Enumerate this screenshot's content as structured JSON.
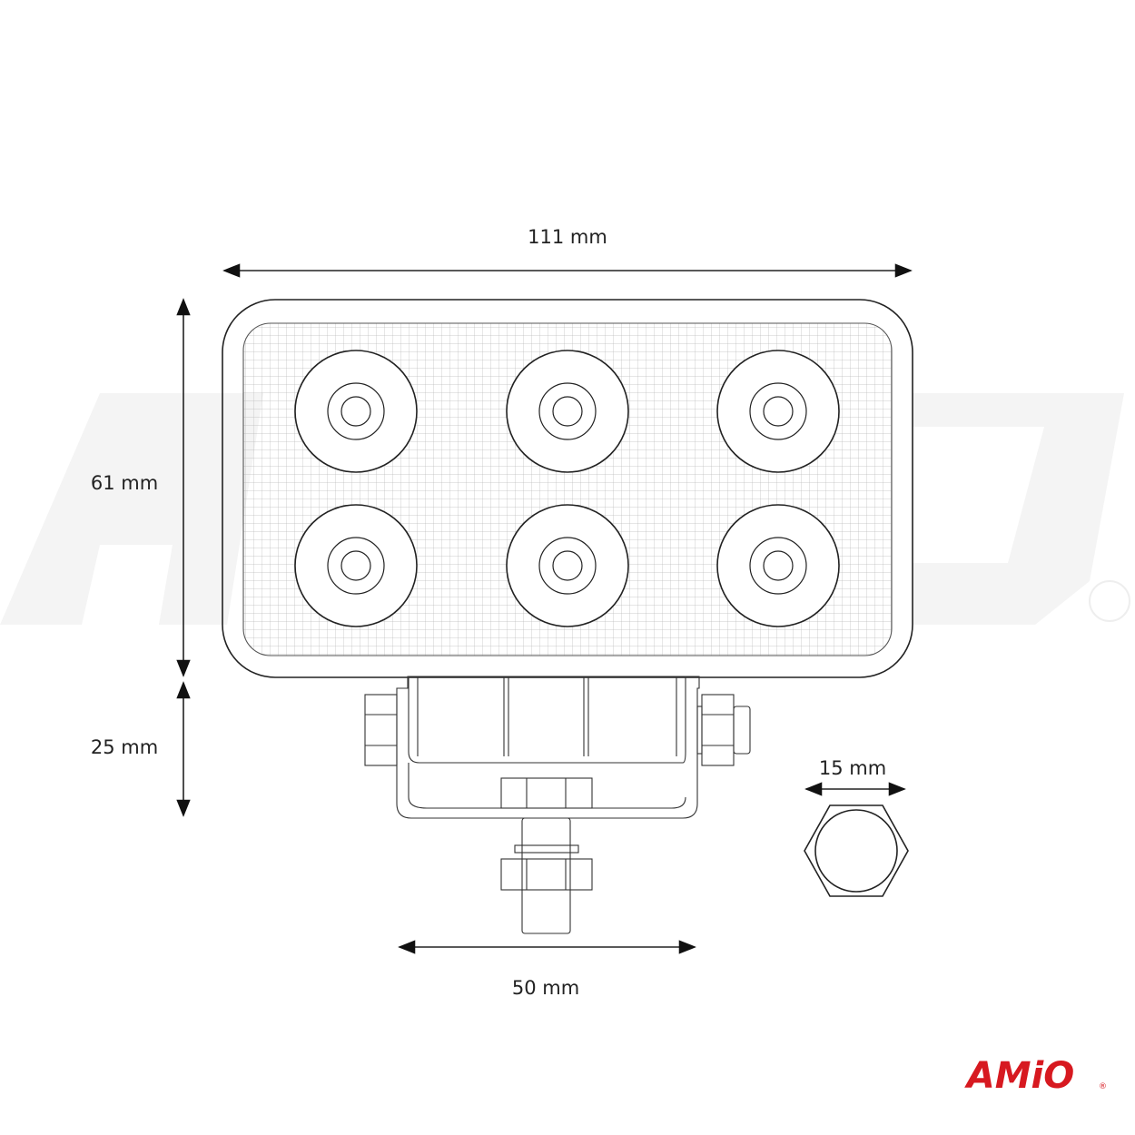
{
  "dimensions": {
    "width": "111 mm",
    "height": "61 mm",
    "bracket_height": "25 mm",
    "bracket_width": "50 mm",
    "nut_size": "15 mm"
  },
  "logo": {
    "text": "AMiO",
    "registered": "®",
    "color": "#d71920"
  },
  "watermark": {
    "text": "AMiO",
    "color": "#f3f3f3"
  },
  "led_count": 6
}
